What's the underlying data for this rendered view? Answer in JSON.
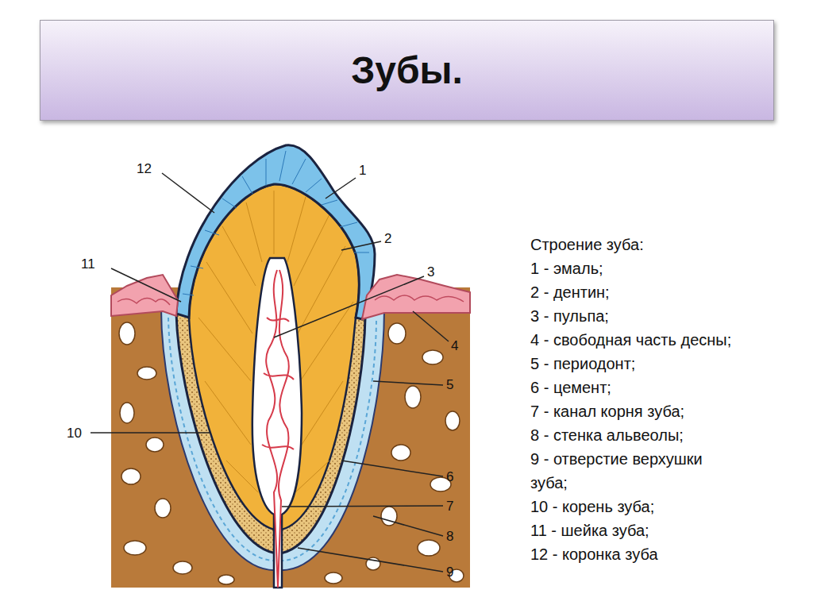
{
  "diagram": {
    "title": "Зубы.",
    "labels": [
      "12",
      "1",
      "2",
      "11",
      "3",
      "4",
      "5",
      "10",
      "6",
      "7",
      "8",
      "9",
      "Строение зуба:",
      "1 - эмаль;",
      "2 - дентин;",
      "3 - пульпа;",
      "4 - свободная часть десны;",
      "5 - периодонт;",
      "6 - цемент;",
      "7 - канал корня зуба;",
      "8 - стенка альвеолы;",
      "9 - отверстие верхушки зуба;",
      "10 - корень зуба;",
      "11 - шейка зуба;",
      "12 - коронка зуба"
    ]
  }
}
